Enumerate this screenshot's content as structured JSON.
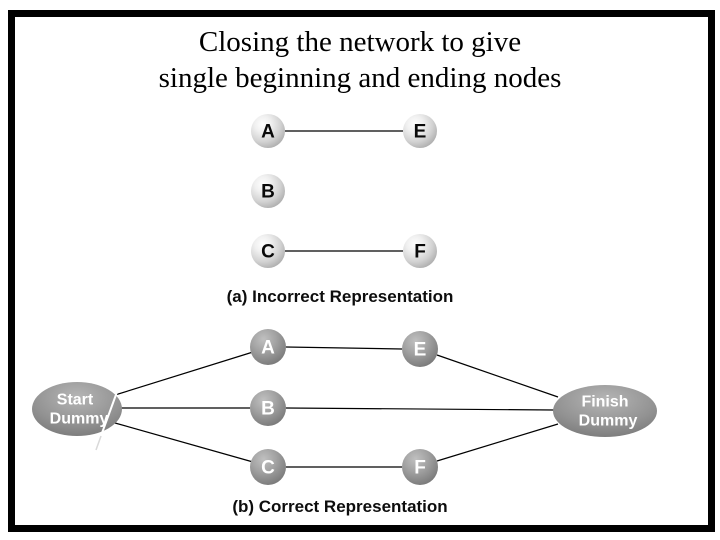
{
  "title": {
    "line1": "Closing the network to give",
    "line2": "single beginning and ending nodes"
  },
  "diagram_a": {
    "caption": "(a) Incorrect Representation",
    "nodes": [
      {
        "id": "A",
        "label": "A"
      },
      {
        "id": "B",
        "label": "B"
      },
      {
        "id": "C",
        "label": "C"
      },
      {
        "id": "E",
        "label": "E"
      },
      {
        "id": "F",
        "label": "F"
      }
    ],
    "edges": [
      {
        "from": "A",
        "to": "E"
      },
      {
        "from": "C",
        "to": "F"
      }
    ]
  },
  "diagram_b": {
    "caption": "(b) Correct Representation",
    "start_node": {
      "line1": "Start",
      "line2": "Dummy"
    },
    "finish_node": {
      "line1": "Finish",
      "line2": "Dummy"
    },
    "nodes": [
      {
        "id": "A",
        "label": "A"
      },
      {
        "id": "B",
        "label": "B"
      },
      {
        "id": "C",
        "label": "C"
      },
      {
        "id": "E",
        "label": "E"
      },
      {
        "id": "F",
        "label": "F"
      }
    ],
    "edges": [
      {
        "from": "Start Dummy",
        "to": "A"
      },
      {
        "from": "Start Dummy",
        "to": "B"
      },
      {
        "from": "Start Dummy",
        "to": "C"
      },
      {
        "from": "A",
        "to": "E"
      },
      {
        "from": "C",
        "to": "F"
      },
      {
        "from": "B",
        "to": "Finish Dummy"
      },
      {
        "from": "E",
        "to": "Finish Dummy"
      },
      {
        "from": "F",
        "to": "Finish Dummy"
      }
    ]
  },
  "colors": {
    "border": "#000000",
    "edge_line": "#000000",
    "light_node_letter": "#0a0a0a",
    "dark_node_letter": "#ffffff",
    "light_node_edge": "#a6a6a6",
    "dark_node_edge": "#6f6f6f"
  }
}
